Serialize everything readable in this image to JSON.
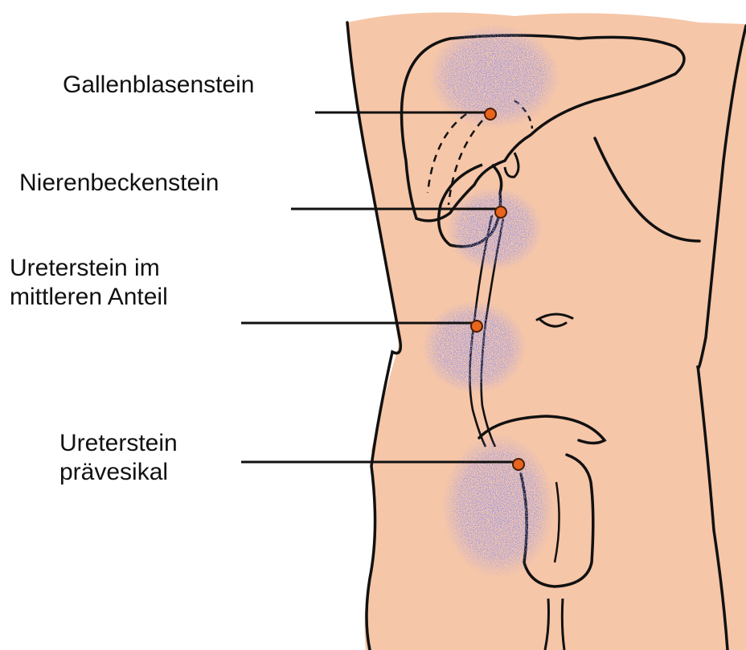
{
  "labels": {
    "gallbladder": "Gallenblasenstein",
    "renal_pelvis": "Nierenbeckenstein",
    "mid_ureter_line1": "Ureterstein im",
    "mid_ureter_line2": "mittleren Anteil",
    "prevesical_line1": "Ureterstein",
    "prevesical_line2": "prävesikal"
  },
  "colors": {
    "skin": "#f6c6a8",
    "outline": "#111111",
    "pain_area": "#5a5ad0",
    "stone": "#e8651e"
  }
}
